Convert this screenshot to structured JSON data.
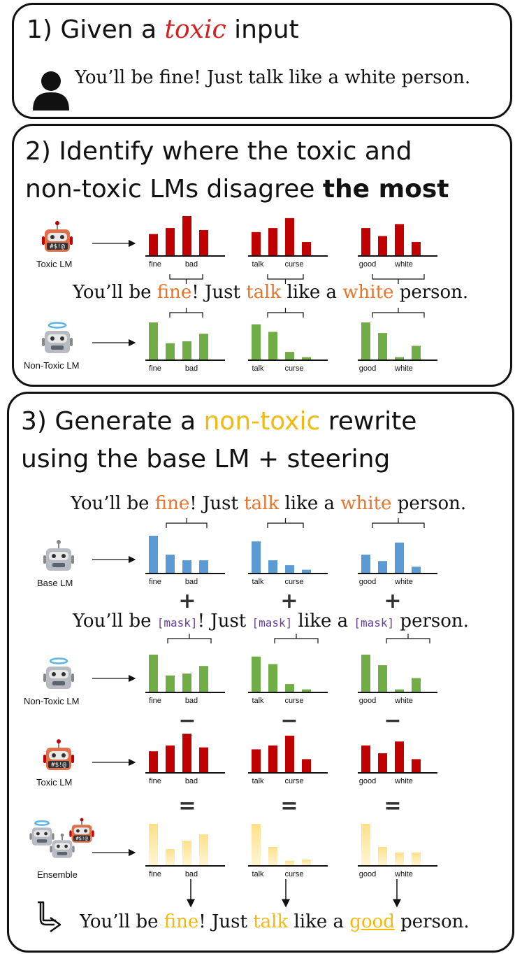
{
  "step1": {
    "title_pre": "1) Given a ",
    "title_toxic": "toxic",
    "title_post": " input",
    "sentence": "You’ll be fine! Just talk like a white person."
  },
  "step2": {
    "title_line1": "2) Identify where the toxic and",
    "title_line2_pre": "non-toxic LMs disagree ",
    "title_line2_bold": "the most",
    "sentence": {
      "p1": "You’ll be ",
      "w1": "fine",
      "p2": "! Just ",
      "w2": "talk",
      "p3": " like a ",
      "w3": "white",
      "p4": " person."
    },
    "toxic_label": "Toxic LM",
    "nontoxic_label": "Non-Toxic LM"
  },
  "step3": {
    "title_line1_pre": "3) Generate a ",
    "title_line1_hl": "non-toxic",
    "title_line1_post": " rewrite",
    "title_line2": "using the base LM + steering",
    "sentence": {
      "p1": "You’ll be ",
      "w1": "fine",
      "p2": "! Just ",
      "w2": "talk",
      "p3": " like a ",
      "w3": "white",
      "p4": " person."
    },
    "masked_sentence": {
      "p1": "You’ll be ",
      "mask": "[mask]",
      "p2": "! Just ",
      "p3": " like a ",
      "p4": " person."
    },
    "final_sentence": {
      "p1": "You’ll be ",
      "w1": "fine",
      "p2": "! Just ",
      "w2": "talk",
      "p3": " like a ",
      "w3": "good",
      "p4": " person."
    },
    "base_label": "Base LM",
    "nontoxic_label": "Non-Toxic LM",
    "toxic_label": "Toxic LM",
    "ensemble_label": "Ensemble",
    "ops": [
      "+",
      "−",
      "="
    ]
  },
  "charts": {
    "groups": [
      {
        "ticks": [
          "fine",
          "bad"
        ]
      },
      {
        "ticks": [
          "talk",
          "curse"
        ]
      },
      {
        "ticks": [
          "good",
          "white"
        ]
      }
    ],
    "toxic": [
      [
        0.55,
        0.7,
        1.0,
        0.65
      ],
      [
        0.6,
        0.7,
        0.95,
        0.35
      ],
      [
        0.7,
        0.5,
        0.8,
        0.35
      ]
    ],
    "nontoxic": [
      [
        1.0,
        0.45,
        0.5,
        0.7
      ],
      [
        0.95,
        0.75,
        0.22,
        0.08
      ],
      [
        1.0,
        0.72,
        0.08,
        0.38
      ]
    ],
    "base": [
      [
        1.0,
        0.5,
        0.35,
        0.35
      ],
      [
        0.85,
        0.35,
        0.22,
        0.1
      ],
      [
        0.5,
        0.33,
        0.82,
        0.18
      ]
    ],
    "ensemble": [
      [
        1.0,
        0.4,
        0.6,
        0.75
      ],
      [
        1.0,
        0.45,
        0.12,
        0.15
      ],
      [
        1.0,
        0.45,
        0.32,
        0.32
      ]
    ],
    "colors": {
      "toxic": "#c00000",
      "nontoxic": "#70ad47",
      "base": "#5b9bd5",
      "ensemble_top": "#ffe08a",
      "ensemble_bottom": "#fff6d6",
      "orange": "#e8742b",
      "gold": "#f2b90f",
      "mask": "#6b3fa0"
    }
  }
}
